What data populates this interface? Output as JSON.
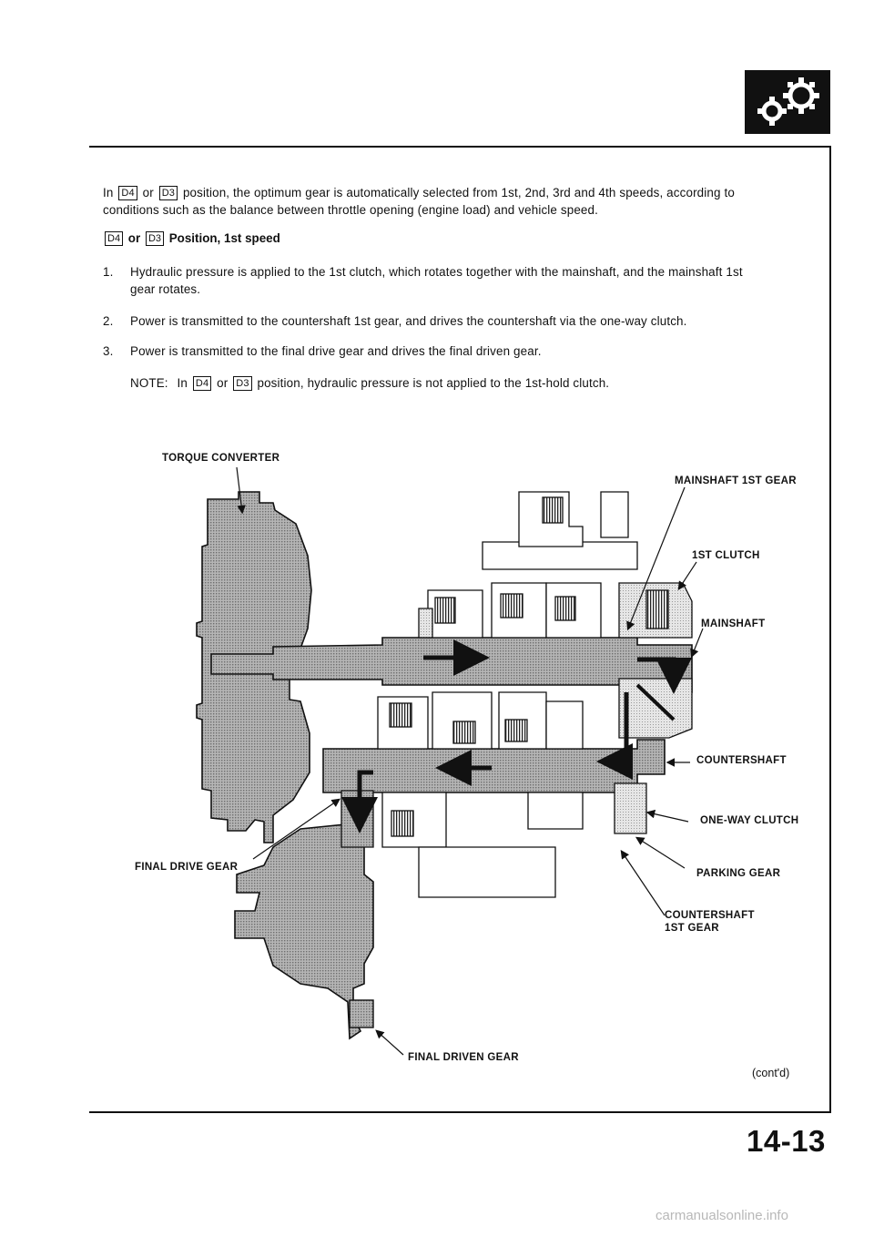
{
  "header": {
    "section_icon": "gears-icon"
  },
  "intro": {
    "part1": "In",
    "key_d4": "D4",
    "or1": "or",
    "key_d3": "D3",
    "part2": "position, the optimum gear is automatically selected from 1st, 2nd, 3rd and 4th speeds, according to",
    "line2": "conditions such as the balance between throttle opening (engine load) and vehicle speed."
  },
  "heading": {
    "key_d4": "D4",
    "or": "or",
    "key_d3": "D3",
    "text": "Position, 1st speed"
  },
  "steps": [
    {
      "num": "1.",
      "line1": "Hydraulic pressure is applied to the 1st clutch, which rotates together with the mainshaft, and the mainshaft 1st",
      "line2": "gear rotates."
    },
    {
      "num": "2.",
      "line1": "Power is transmitted to the countershaft 1st gear, and drives the countershaft via the one-way clutch."
    },
    {
      "num": "3.",
      "line1": "Power is transmitted to the final drive gear and drives the final driven gear."
    }
  ],
  "note": {
    "label": "NOTE:",
    "part1": "In",
    "key_d4": "D4",
    "or": "or",
    "key_d3": "D3",
    "part2": "position, hydraulic pressure is not applied to the 1st-hold clutch."
  },
  "diagram": {
    "labels": {
      "torque_converter": "TORQUE CONVERTER",
      "mainshaft_1st_gear": "MAINSHAFT 1ST GEAR",
      "first_clutch": "1ST CLUTCH",
      "mainshaft": "MAINSHAFT",
      "countershaft": "COUNTERSHAFT",
      "one_way_clutch": "ONE-WAY CLUTCH",
      "parking_gear": "PARKING GEAR",
      "countershaft_1st_gear_l1": "COUNTERSHAFT",
      "countershaft_1st_gear_l2": "1ST GEAR",
      "final_drive_gear": "FINAL DRIVE GEAR",
      "final_driven_gear": "FINAL DRIVEN GEAR"
    }
  },
  "footer": {
    "contd": "(cont'd)",
    "page_number": "14-13",
    "watermark": "carmanualsonline.info"
  }
}
